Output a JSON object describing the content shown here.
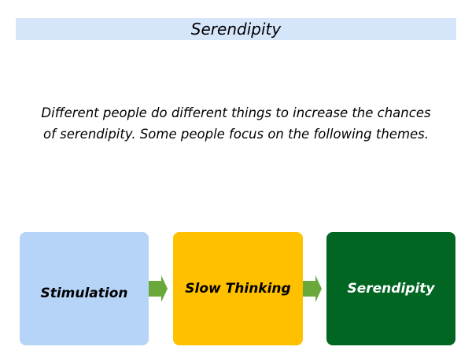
{
  "title": "Serendipity",
  "intro": {
    "line1": "Different people do different things to increase the chances",
    "line2": "of serendipity. Some people focus on the following themes."
  },
  "flow": {
    "steps": [
      {
        "label": "Stimulation",
        "color": "#b6d4f7",
        "text_color": "#000000"
      },
      {
        "label": "Slow Thinking",
        "color": "#ffc000",
        "text_color": "#000000"
      },
      {
        "label": "Serendipity",
        "color": "#006622",
        "text_color": "#ffffff"
      }
    ],
    "arrow_color": "#6aa83c",
    "arrow_icon": "arrow-right-icon"
  },
  "colors": {
    "title_bar": "#d6e6fa"
  }
}
